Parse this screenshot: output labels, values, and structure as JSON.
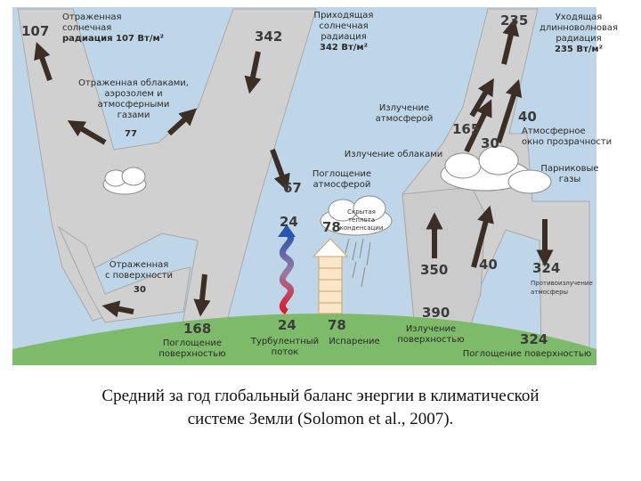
{
  "diagram": {
    "values": {
      "reflected_solar": "107",
      "incoming_solar": "342",
      "outgoing_lw": "235",
      "reflected_clouds": "77",
      "absorbed_atm": "67",
      "turbulent": "24",
      "latent_top": "78",
      "latent_bottom": "78",
      "turbulent_bottom": "24",
      "reflected_surface": "30",
      "absorbed_surface": "168",
      "emitted_atm": "165",
      "window": "40",
      "window_low": "40",
      "clouds_emit": "30",
      "surface_up": "350",
      "surface_rad": "390",
      "back_rad": "324",
      "absorbed_back": "324"
    },
    "labels": {
      "reflected_solar": [
        "Отраженная",
        "солнечная",
        "радиация 107 Вт/м²"
      ],
      "incoming_solar": [
        "Приходящая",
        "солнечная",
        "радиация",
        "342 Вт/м²"
      ],
      "outgoing_lw": [
        "Уходящая",
        "длинноволновая",
        "радиация",
        "235 Вт/м²"
      ],
      "reflected_clouds": [
        "Отраженная облаками,",
        "аэрозолем и",
        "атмосферными",
        "газами"
      ],
      "emitted_atm": [
        "Излучение",
        "атмосферой"
      ],
      "window": [
        "Атмосферное",
        "окно прозрачности"
      ],
      "clouds_emit": "Излучение облаками",
      "absorbed_atm": [
        "Поглощение",
        "атмосферой"
      ],
      "greenhouse": [
        "Парниковые",
        "газы"
      ],
      "latent_heat": [
        "Скрытая",
        "теплота",
        "конденсации"
      ],
      "reflected_surface": [
        "Отраженная",
        "с поверхности"
      ],
      "back_rad": [
        "Противоизлучение",
        "атмосферы"
      ],
      "absorbed_surface": [
        "Поглощение",
        "поверхностью"
      ],
      "turbulent": [
        "Турбулентный",
        "поток"
      ],
      "evaporation": "Испарение",
      "surface_rad": [
        "Излучение",
        "поверхностью"
      ],
      "absorbed_back": "Поглощение поверхностью"
    },
    "colors": {
      "sky": "#bfd6e8",
      "band": "#d0d0d0",
      "band_edge": "#9a9a9a",
      "ground": "#7dba6a",
      "arrow": "#3a2e26"
    }
  },
  "caption": {
    "line1": "Средний за год глобальный баланс энергии в климатической",
    "line2": "системе Земли (Solomon et al., 2007)."
  }
}
